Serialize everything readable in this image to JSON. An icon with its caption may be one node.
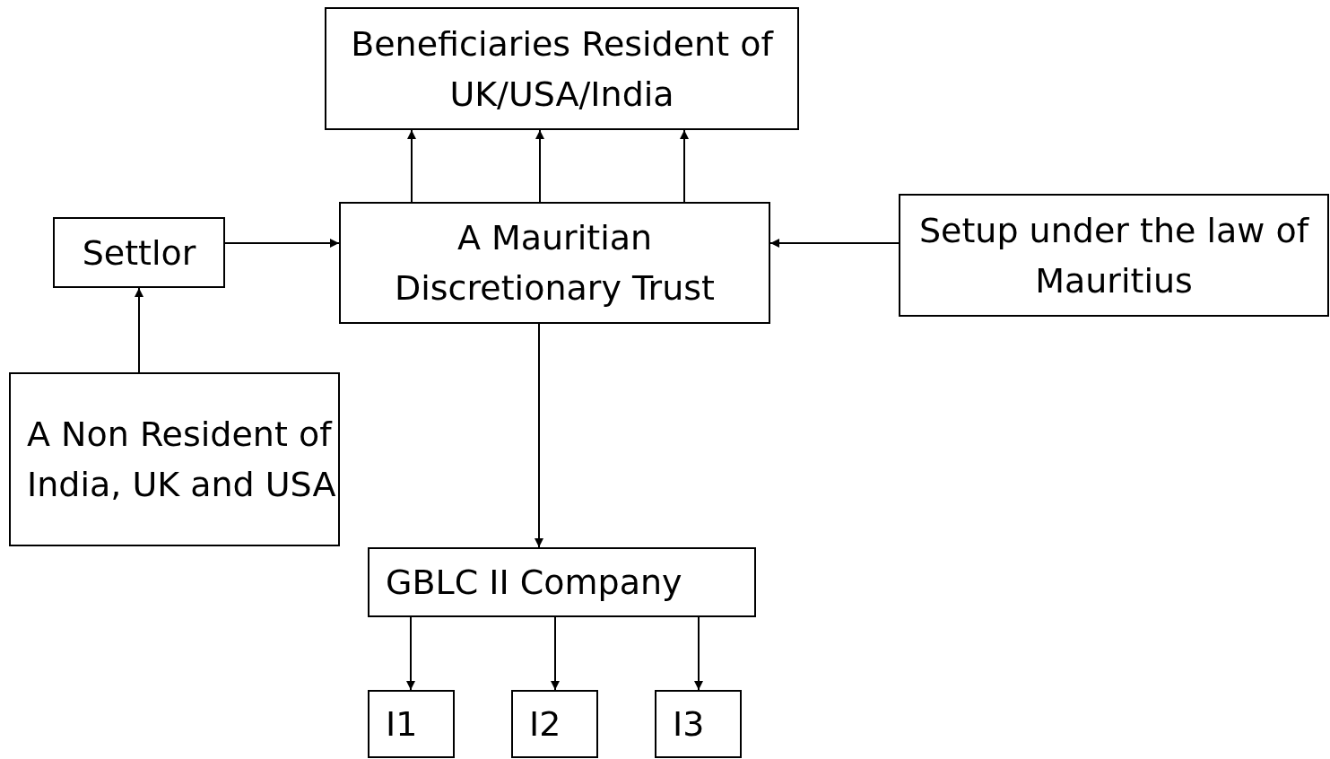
{
  "diagram": {
    "nodes": [
      {
        "text": [
          "Beneficiaries Resident of UK/USA/India"
        ]
      },
      {
        "text": [
          "Settlor"
        ]
      },
      {
        "text": [
          "A Mauritian Discretionary Trust"
        ]
      },
      {
        "text": [
          "Setup under the law of Mauritius"
        ]
      },
      {
        "text": [
          "A Non Resident of India, UK and USA"
        ]
      },
      {
        "text": [
          "GBLC II Company"
        ]
      },
      {
        "text": [
          "I1"
        ]
      },
      {
        "text": [
          "I2"
        ]
      },
      {
        "text": [
          "I3"
        ]
      }
    ],
    "edges": [
      {
        "from": 2,
        "to": 0,
        "arrow": "to"
      },
      {
        "from": 2,
        "to": 0,
        "arrow": "to"
      },
      {
        "from": 2,
        "to": 0,
        "arrow": "to"
      },
      {
        "from": 1,
        "to": 2,
        "arrow": "to"
      },
      {
        "from": 3,
        "to": 2,
        "arrow": "to"
      },
      {
        "from": 4,
        "to": 1,
        "arrow": "to"
      },
      {
        "from": 2,
        "to": 5,
        "arrow": "to"
      },
      {
        "from": 5,
        "to": 6,
        "arrow": "to"
      },
      {
        "from": 5,
        "to": 7,
        "arrow": "to"
      },
      {
        "from": 5,
        "to": 8,
        "arrow": "to"
      }
    ]
  }
}
